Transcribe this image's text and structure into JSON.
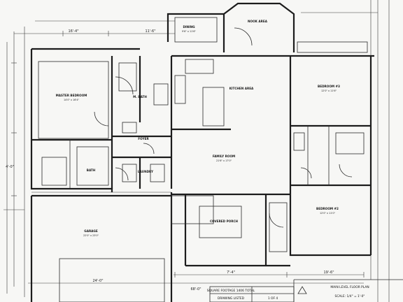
{
  "rooms": {
    "master_bedroom": {
      "name": "MASTER BEDROOM",
      "size": "14'0\" x 16'4\""
    },
    "dining": {
      "name": "DINING",
      "size": "9'6\" x 11'6\""
    },
    "nook": {
      "name": "NOOK AREA"
    },
    "kitchen": {
      "name": "KITCHEN AREA"
    },
    "family_room": {
      "name": "FAMILY ROOM",
      "size": "21'6\" x 17'0\""
    },
    "bedroom_3": {
      "name": "BEDROOM #3",
      "size": "12'0\" x 11'6\""
    },
    "bedroom_2": {
      "name": "BEDROOM #2",
      "size": "12'0\" x 11'0\""
    },
    "garage": {
      "name": "GARAGE",
      "size": "22'0\" x 23'0\""
    },
    "foyer": {
      "name": "FOYER"
    },
    "laundry": {
      "name": "LAUNDRY"
    },
    "bath": {
      "name": "BATH"
    },
    "master_bath": {
      "name": "M. BATH"
    },
    "covered_porch": {
      "name": "COVERED PORCH"
    }
  },
  "dimensions": {
    "top_left": "16'-4\"",
    "top_mid": "11'-6\"",
    "left_side": "4'-0\"",
    "garage_bottom": "24'-0\"",
    "porch_width": "7'-4\"",
    "right_bottom": "19'-6\"",
    "total": "68'-0\""
  },
  "title_block": {
    "project": "SQUARE FOOTAGE  1406 TOTAL",
    "drawing": "DRAWING LISTED",
    "sheet": "1 OF 4",
    "plan_title": "MAIN LEVEL FLOOR PLAN",
    "scale": "SCALE: 1/4\" = 1'-0\""
  }
}
